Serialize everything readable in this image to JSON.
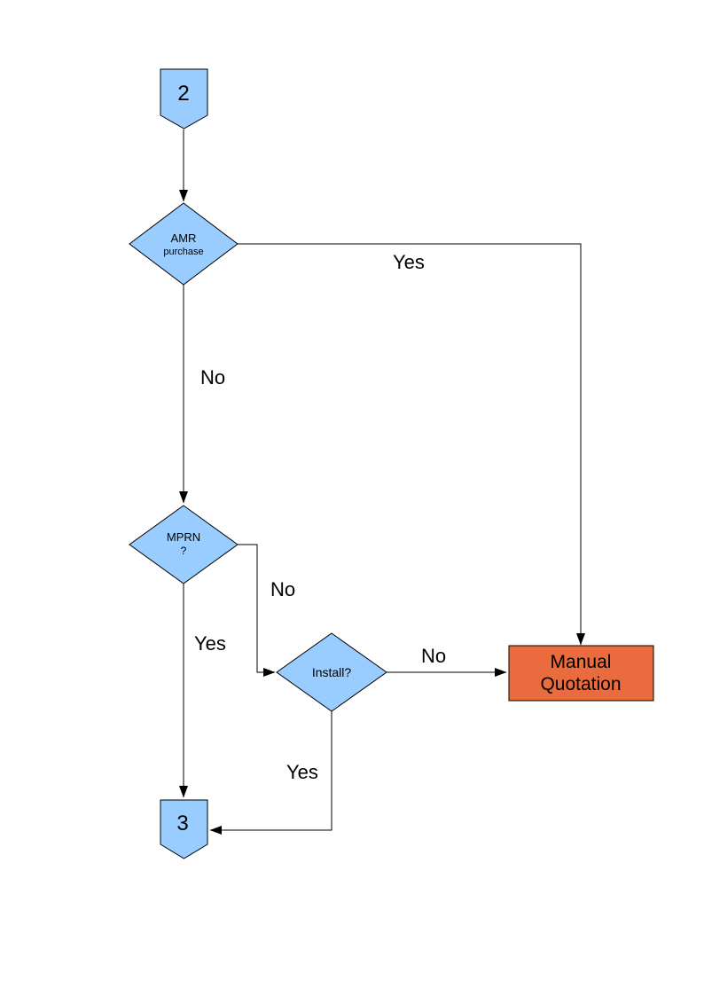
{
  "flowchart": {
    "nodes": {
      "connector_2": {
        "label": "2"
      },
      "amr": {
        "line1": "AMR",
        "line2": "purchase"
      },
      "mprn": {
        "line1": "MPRN",
        "line2": "?"
      },
      "install": {
        "label": "Install?"
      },
      "manual_quotation": {
        "line1": "Manual",
        "line2": "Quotation"
      },
      "connector_3": {
        "label": "3"
      }
    },
    "edges": {
      "amr_yes": "Yes",
      "amr_no": "No",
      "mprn_no": "No",
      "mprn_yes": "Yes",
      "install_no": "No",
      "install_yes": "Yes"
    },
    "colors": {
      "node_fill": "#99CCFF",
      "node_border": "#000000",
      "highlight_fill": "#EA6B3D",
      "line": "#000000",
      "text": "#000000",
      "background": "#FFFFFF"
    }
  }
}
